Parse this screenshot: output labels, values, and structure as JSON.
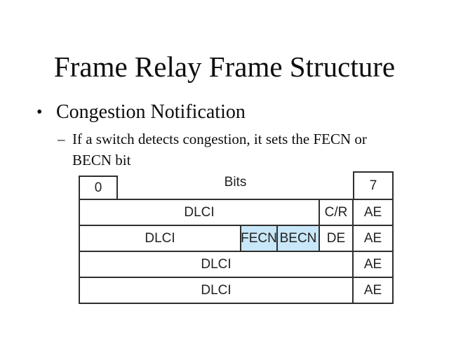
{
  "slide": {
    "title": "Frame Relay Frame Structure",
    "bullet": {
      "marker": "•",
      "label": "Congestion Notification"
    },
    "sub_bullet": {
      "marker": "–",
      "text": "If a switch detects congestion, it sets the FECN or BECN bit"
    }
  },
  "diagram": {
    "highlight_color": "#c8e7f8",
    "border_color": "#2f2f2f",
    "header": {
      "left_bit": "0",
      "label": "Bits",
      "right_bit": "7"
    },
    "rows": [
      {
        "cells": [
          {
            "label": "DLCI"
          },
          {
            "label": "C/R"
          },
          {
            "label": "AE"
          }
        ]
      },
      {
        "cells": [
          {
            "label": "DLCI"
          },
          {
            "label": "FECN"
          },
          {
            "label": "BECN"
          },
          {
            "label": "DE"
          },
          {
            "label": "AE"
          }
        ]
      },
      {
        "cells": [
          {
            "label": "DLCI"
          },
          {
            "label": "AE"
          }
        ]
      },
      {
        "cells": [
          {
            "label": "DLCI"
          },
          {
            "label": "AE"
          }
        ]
      }
    ]
  }
}
